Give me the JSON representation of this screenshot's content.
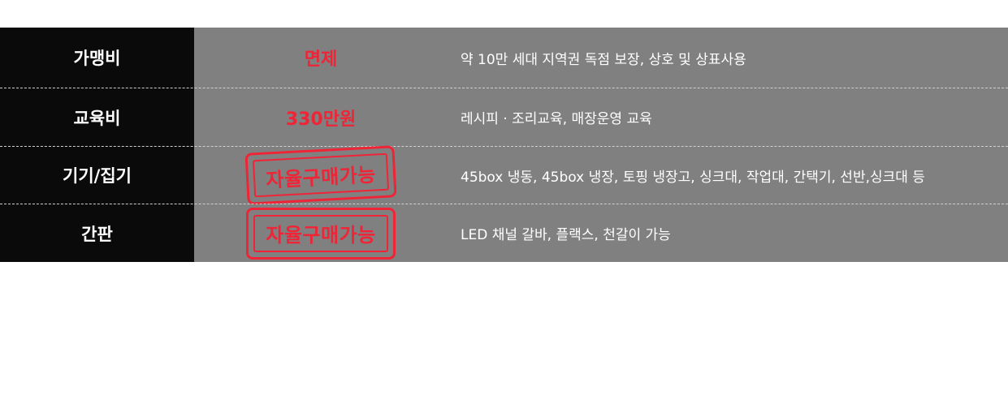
{
  "colors": {
    "accent": "#ef2436",
    "label_bg": "#0a0a0a",
    "table_bg": "#808080"
  },
  "rows": [
    {
      "label": "가맹비",
      "value": "면제",
      "value_type": "text",
      "desc": "약 10만 세대 지역권 독점 보장, 상호 및 상표사용"
    },
    {
      "label": "교육비",
      "value": "330만원",
      "value_type": "text",
      "desc": "레시피 · 조리교육, 매장운영 교육"
    },
    {
      "label": "기기/집기",
      "value": "자율구매가능",
      "value_type": "stamp",
      "desc": "45box 냉동, 45box 냉장, 토핑 냉장고, 싱크대, 작업대, 간택기, 선반,싱크대 등"
    },
    {
      "label": "간판",
      "value": "자율구매가능",
      "value_type": "stamp",
      "desc": "LED 채널 갈바, 플랙스, 천갈이 가능"
    }
  ]
}
